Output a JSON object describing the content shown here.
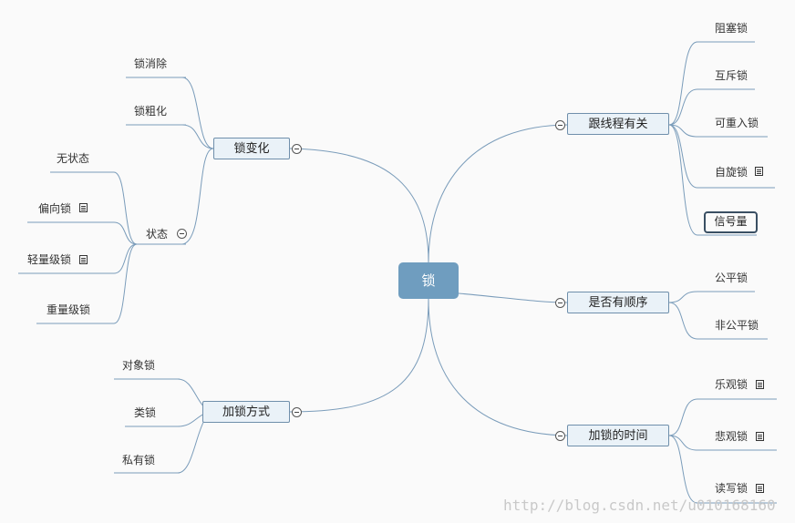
{
  "central": "锁",
  "branches": {
    "lock_change": {
      "label": "锁变化",
      "children": [
        "锁消除",
        "锁粗化"
      ],
      "state": {
        "label": "状态",
        "children": [
          "无状态",
          "偏向锁",
          "轻量级锁",
          "重量级锁"
        ]
      }
    },
    "thread": {
      "label": "跟线程有关",
      "children": [
        "阻塞锁",
        "互斥锁",
        "可重入锁",
        "自旋锁",
        "信号量"
      ]
    },
    "order": {
      "label": "是否有顺序",
      "children": [
        "公平锁",
        "非公平锁"
      ]
    },
    "method": {
      "label": "加锁方式",
      "children": [
        "对象锁",
        "类锁",
        "私有锁"
      ]
    },
    "timing": {
      "label": "加锁的时间",
      "children": [
        "乐观锁",
        "悲观锁",
        "读写锁"
      ]
    }
  },
  "watermark": "http://blog.csdn.net/u010168160",
  "colors": {
    "central": "#6f9dbf",
    "topic_bg": "#eaf2f8",
    "line": "#7a9cba",
    "selected_border": "#3a4f63"
  }
}
